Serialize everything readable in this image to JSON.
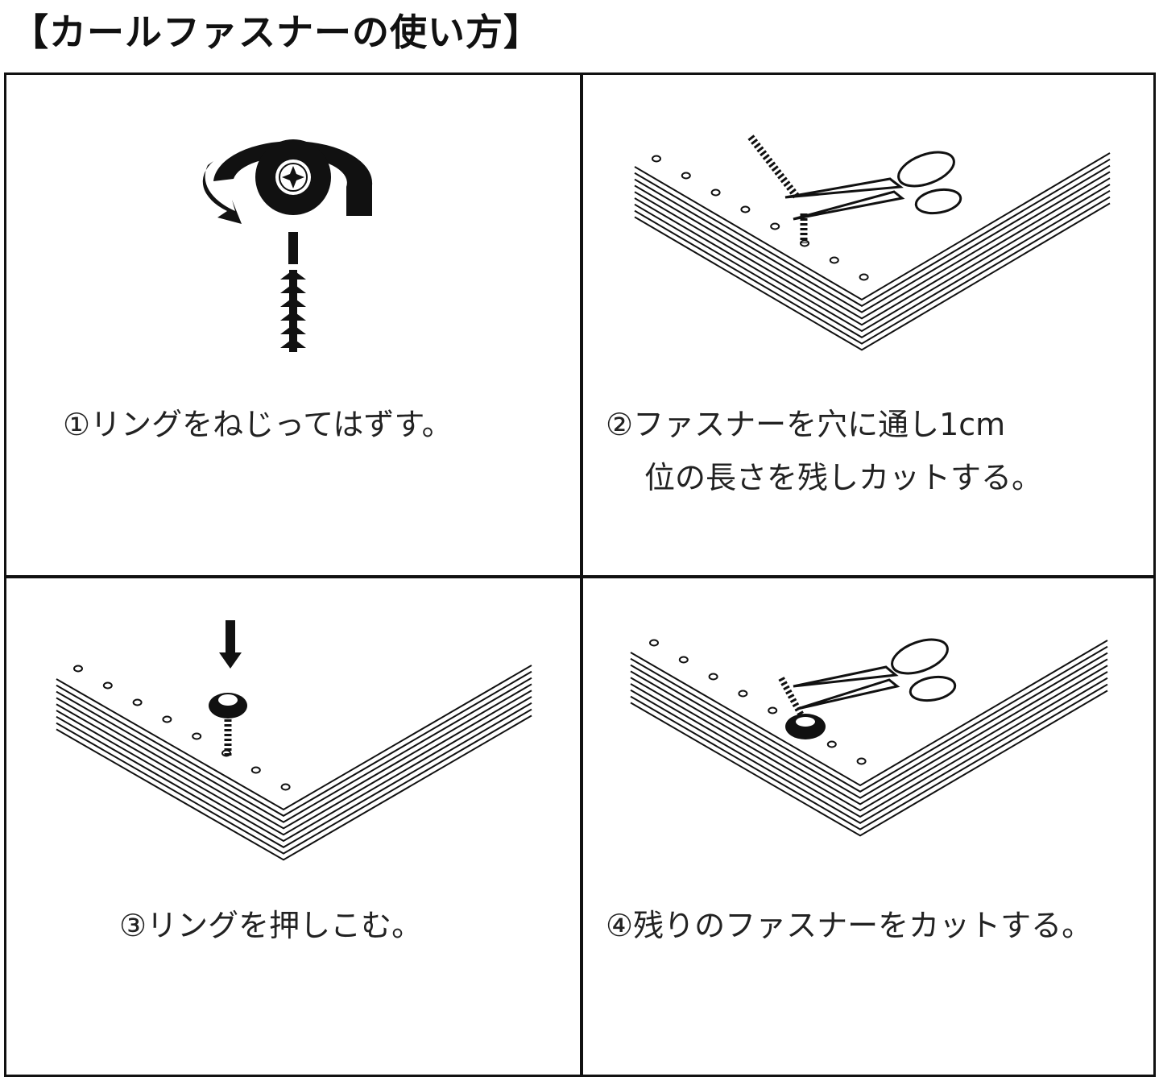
{
  "title": "【カールファスナーの使い方】",
  "steps": [
    {
      "caption": "①リングをねじってはずす。"
    },
    {
      "caption_line1": "②ファスナーを穴に通し1cm",
      "caption_line2": "位の長さを残しカットする。"
    },
    {
      "caption": "③リングを押しこむ。"
    },
    {
      "caption": "④残りのファスナーをカットする。"
    }
  ]
}
